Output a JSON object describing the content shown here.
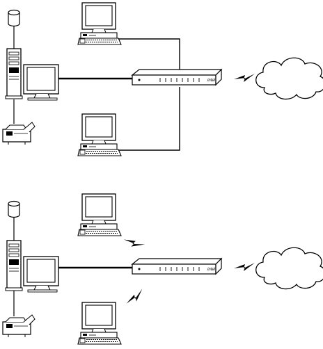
{
  "panels": [
    {
      "name": "wired-network",
      "devices": [
        "server-tower",
        "database-cylinder",
        "server-monitor",
        "printer",
        "desktop-computer-top",
        "desktop-computer-bottom",
        "router",
        "internet-cloud"
      ],
      "links": [
        {
          "from": "desktop-computer-top",
          "to": "router",
          "type": "cable"
        },
        {
          "from": "server-monitor",
          "to": "router",
          "type": "cable-thick"
        },
        {
          "from": "desktop-computer-bottom",
          "to": "router",
          "type": "cable"
        },
        {
          "from": "router",
          "to": "internet-cloud",
          "type": "wireless"
        }
      ]
    },
    {
      "name": "wireless-network",
      "devices": [
        "server-tower",
        "database-cylinder",
        "server-monitor",
        "printer",
        "desktop-computer-top",
        "desktop-computer-bottom",
        "router",
        "internet-cloud"
      ],
      "links": [
        {
          "from": "desktop-computer-top",
          "to": "router",
          "type": "wireless"
        },
        {
          "from": "server-monitor",
          "to": "router",
          "type": "cable-thick"
        },
        {
          "from": "desktop-computer-bottom",
          "to": "router",
          "type": "wireless"
        },
        {
          "from": "router",
          "to": "internet-cloud",
          "type": "wireless"
        }
      ]
    }
  ],
  "router_logo": "intel",
  "colors": {
    "stroke": "#000000",
    "fill": "#ffffff",
    "screen": "#ffffff"
  }
}
